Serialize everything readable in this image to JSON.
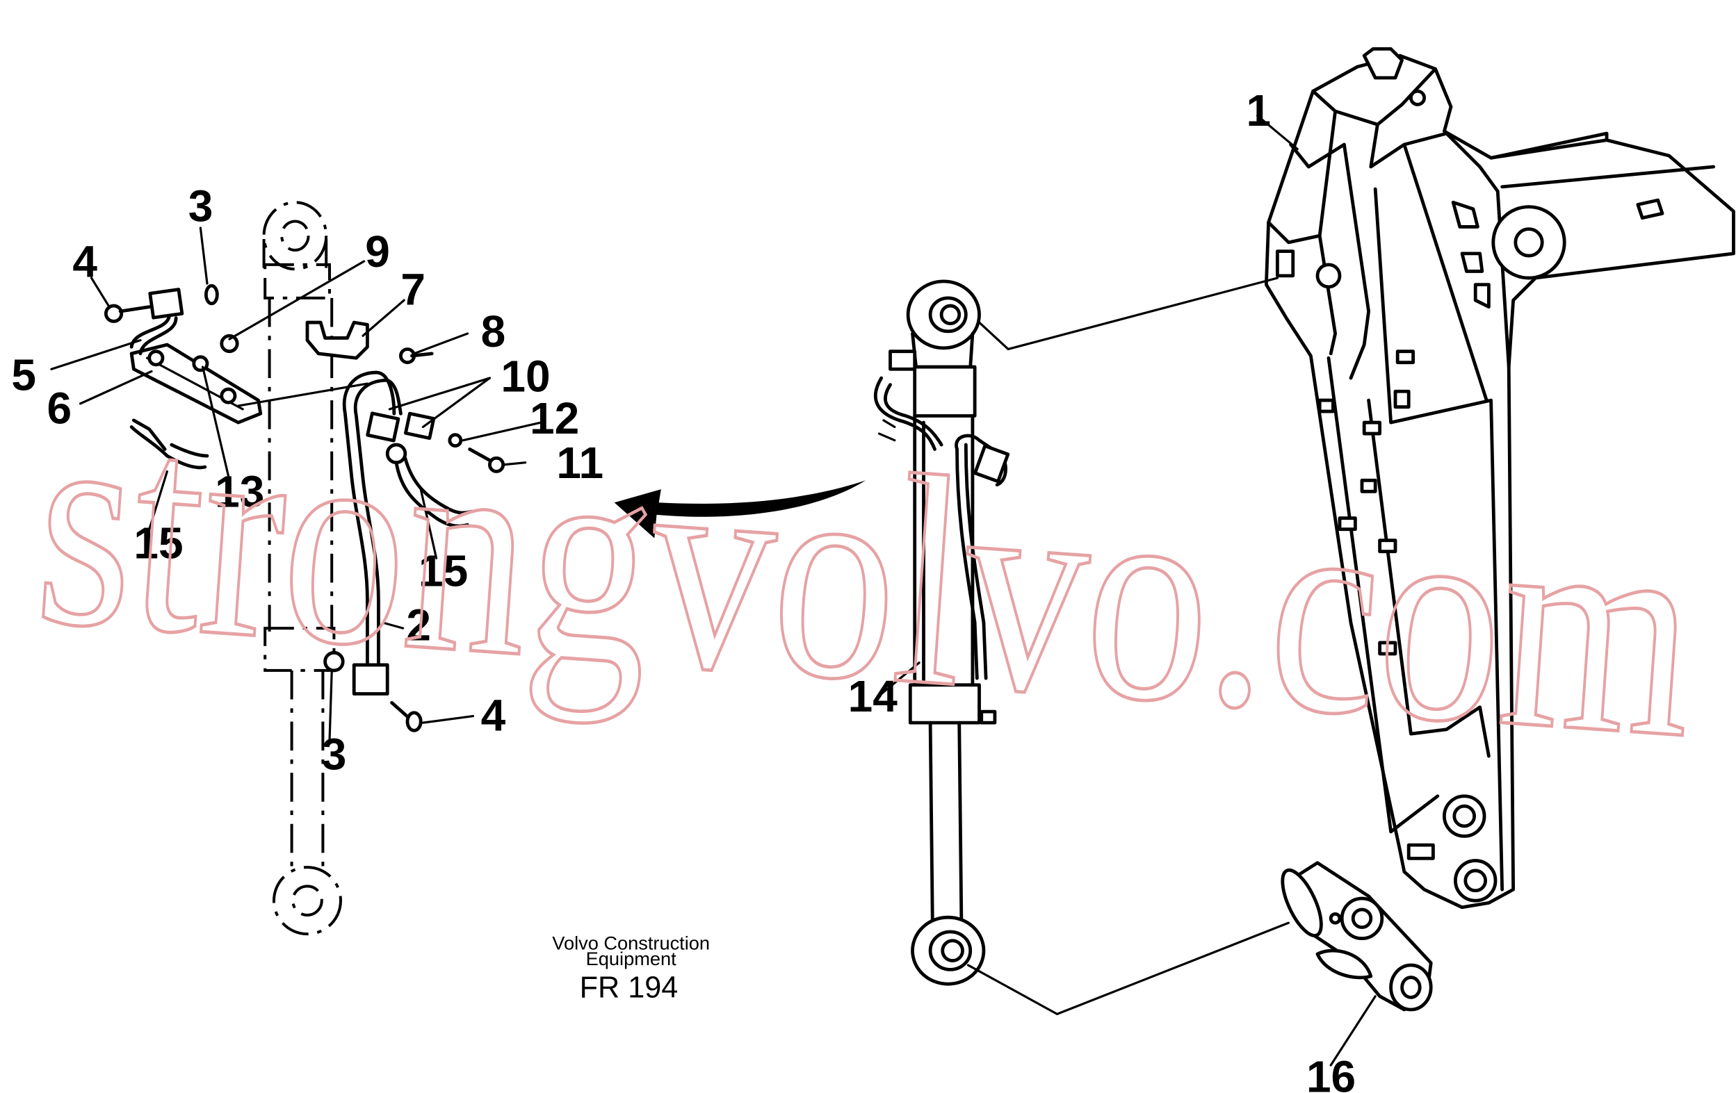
{
  "callouts": {
    "c1": "1",
    "c2": "2",
    "c3_top": "3",
    "c3_bottom": "3",
    "c4_top": "4",
    "c4_bottom": "4",
    "c5": "5",
    "c6": "6",
    "c7": "7",
    "c8": "8",
    "c9": "9",
    "c10": "10",
    "c11": "11",
    "c12": "12",
    "c13": "13",
    "c14": "14",
    "c15_left": "15",
    "c15_right": "15",
    "c16": "16"
  },
  "caption": {
    "line1": "Volvo Construction",
    "line2": "Equipment",
    "code": "FR 194"
  },
  "watermark": "strongvolvo.com"
}
